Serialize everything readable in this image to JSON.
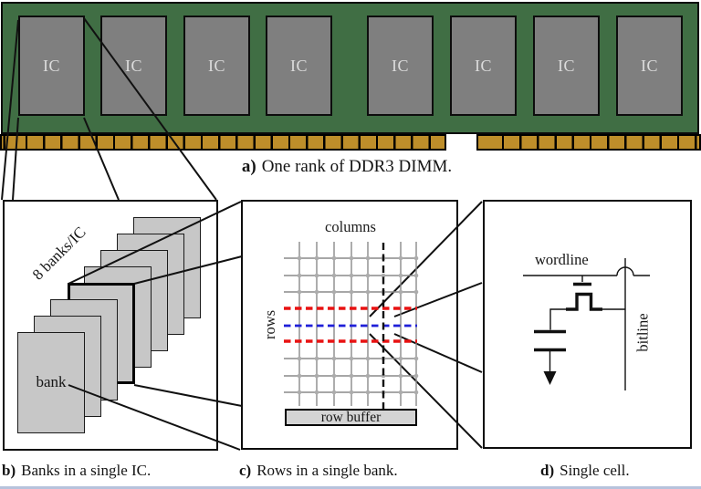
{
  "figure": {
    "panel_a": {
      "caption_prefix": "a)",
      "caption": "One rank of DDR3 DIMM.",
      "ic_label": "IC",
      "ic_count": 8
    },
    "panel_b": {
      "caption_prefix": "b)",
      "caption": "Banks in a single IC.",
      "bank_label": "bank",
      "banks_per_ic_label": "8 banks/IC",
      "bank_count": 8
    },
    "panel_c": {
      "caption_prefix": "c)",
      "caption": "Rows in a single bank.",
      "columns_label": "columns",
      "rows_label": "rows",
      "row_buffer_label": "row buffer"
    },
    "panel_d": {
      "caption_prefix": "d)",
      "caption": "Single cell.",
      "wordline_label": "wordline",
      "bitline_label": "bitline"
    }
  },
  "colors": {
    "board_green": "#406E44",
    "pin_gold": "#BE8E2A",
    "ic_gray": "#7F7F7F",
    "ic_text": "#DCDCDC",
    "bank_gray": "#C7C7C7",
    "row_buffer_gray": "#D4D4D4",
    "grid_gray": "#8A8A8A",
    "dot_gray": "#ACACAC",
    "highlight_red": "#E81212",
    "highlight_blue": "#1F1FD8",
    "line_black": "#111111"
  }
}
